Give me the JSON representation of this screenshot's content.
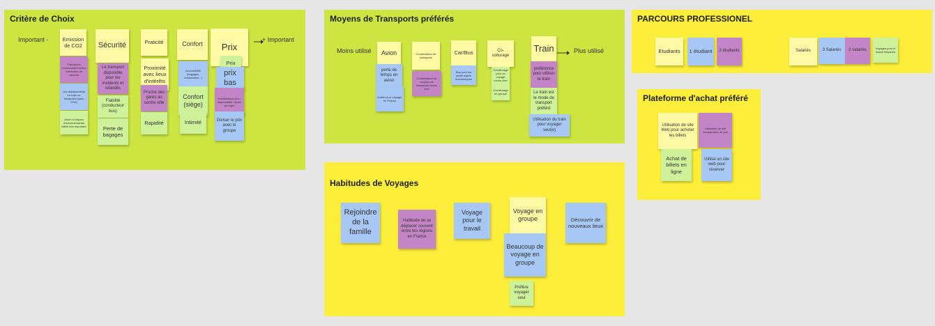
{
  "colors": {
    "canvas": "#e6e6e6",
    "frame_lime": "#cde541",
    "frame_yellow": "#fcee3a",
    "note_yellow": "#fdf9a5",
    "note_blue": "#a7c8f4",
    "note_purple": "#c385c6",
    "note_green": "#cdf29a"
  },
  "criteres": {
    "title": "Critère de Choix",
    "scale_left": "Important -",
    "scale_right": "+ Important",
    "headers": [
      "Emission de CO2",
      "Sécurité",
      "Praticité",
      "Confort",
      "Prix"
    ],
    "notes": [
      "Transports consommant moins d'émission de carbone",
      "Les déplacements en train ou transports (sans CO2)",
      "Avoir un impact environnemental faible très important",
      "Le transport disponible pour les incidents et retardés",
      "Fiabilité (conducteur bus)",
      "Perte de bagages",
      "Proximité avec lieux d'intérêts",
      "Proche des gares au centre ville",
      "Rapidité",
      "Accessibilité (bagages, restauration...)",
      "Confort (siège)",
      "Intimité",
      "Prix",
      "prix bas",
      "Combinaison prix / disponibilité / durée du trajet",
      "Diviser le prix avec le groupe"
    ]
  },
  "transports": {
    "title": "Moyens de Transports préférés",
    "scale_left": "Moins utilisé",
    "scale_right": "Plus utilisé",
    "headers": [
      "Avion",
      "Combinaison de transports",
      "Car/Bus",
      "Co-voiturage",
      "Train"
    ],
    "notes": [
      "perte de temps en avion",
      "Inutile pour voyager en France",
      "Combinaison de moyens de transports moins cher",
      "Bus pour les petits trajets économiques",
      "Covoiturage pour un voyage moins cher",
      "Covoiturage en groupe",
      "préférence pour utiliser le train",
      "Le train est le mode de transport préféré",
      "Utilisation du train pour voyager seul(e)"
    ]
  },
  "habitudes": {
    "title": "Habitudes de Voyages",
    "notes": [
      "Rejoindre de la famille",
      "Habitude de se déplacer souvent entre les régions en France",
      "Voyage pour le travail",
      "Voyage en groupe",
      "Beaucoup de voyage en groupe",
      "Préfère voyager seul",
      "Découvrir de nouveaux lieux"
    ]
  },
  "parcours": {
    "title": "PARCOURS PROFESSIONEL",
    "notes": [
      "Etudiants",
      "1 étudiant",
      "2 étudiants",
      "Salariés",
      "3 Salariés",
      "2 salariés",
      "Voyages pour le travail fréquents"
    ]
  },
  "plateforme": {
    "title": "Plateforme d'achat préféré",
    "notes": [
      "Utilisation de site Web pour acheter les billets",
      "Utilisation de site comparateur de prix",
      "Achat de billets en ligne",
      "Utilise un site web pour réserver"
    ]
  }
}
